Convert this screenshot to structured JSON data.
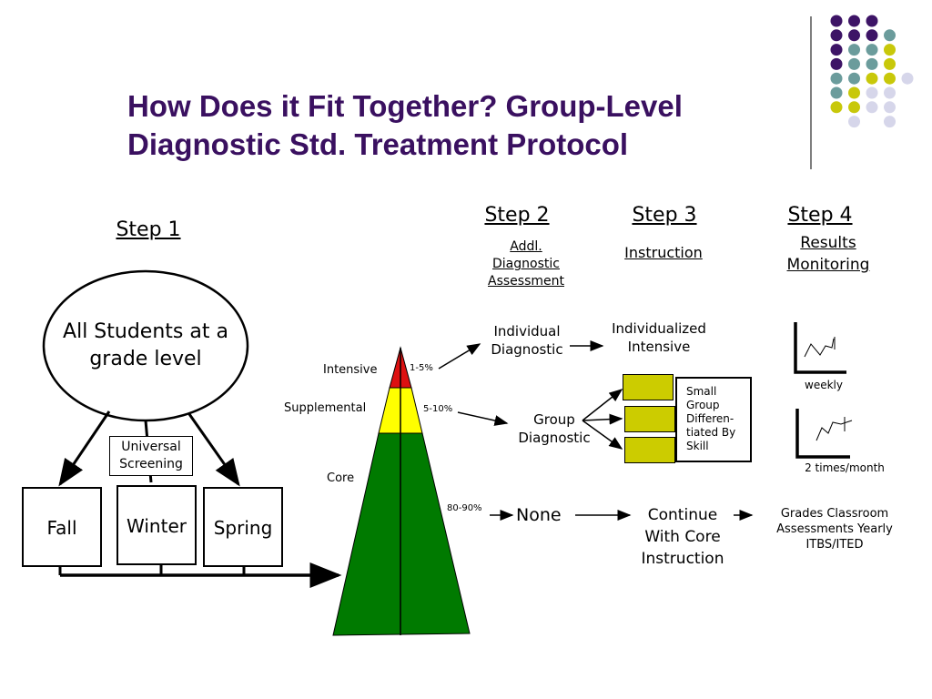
{
  "title": "How Does it Fit Together? Group-Level Diagnostic Std. Treatment Protocol",
  "step1": {
    "heading": "Step 1",
    "ellipse_text": "All Students at a grade level",
    "screening": "Universal Screening",
    "seasons": [
      "Fall",
      "Winter",
      "Spring"
    ]
  },
  "triangle": {
    "tiers": [
      {
        "label": "Intensive",
        "percent": "1-5%",
        "color": "#dd1111"
      },
      {
        "label": "Supplemental",
        "percent": "5-10%",
        "color": "#ffff00"
      },
      {
        "label": "Core",
        "percent": "80-90%",
        "color": "#007a00"
      }
    ]
  },
  "step2": {
    "heading": "Step 2",
    "subheading": "Addl. Diagnostic Assessment",
    "individual": "Individual Diagnostic",
    "group": "Group Diagnostic",
    "none": "None"
  },
  "step3": {
    "heading": "Step 3",
    "subheading": "Instruction",
    "individualized": "Individualized Intensive",
    "small_group": "Small Group Differen- tiated By Skill",
    "continue": "Continue With Core Instruction"
  },
  "step4": {
    "heading": "Step 4",
    "subheading": "Results Monitoring",
    "weekly": "weekly",
    "twice_monthly": "2 times/month",
    "core_measures": "Grades Classroom Assessments Yearly ITBS/ITED"
  },
  "colors": {
    "title": "#3a1060",
    "dot_purple": "#3d1466",
    "dot_teal": "#6b9c9c",
    "dot_yellow": "#c8c80a",
    "dot_lavender": "#d6d6ea",
    "group_box": "#cccc00"
  }
}
